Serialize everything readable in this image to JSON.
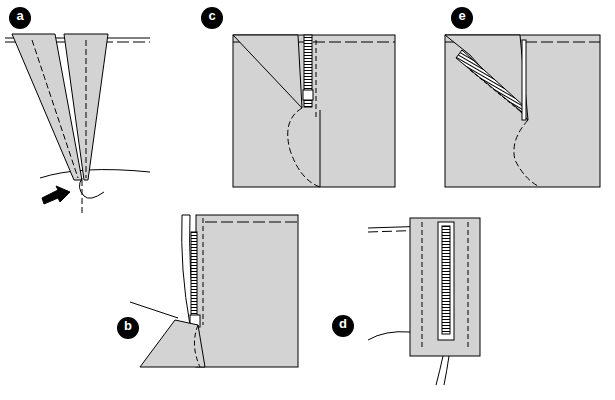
{
  "diagram": {
    "labels": [
      "a",
      "c",
      "e",
      "b",
      "d"
    ]
  }
}
